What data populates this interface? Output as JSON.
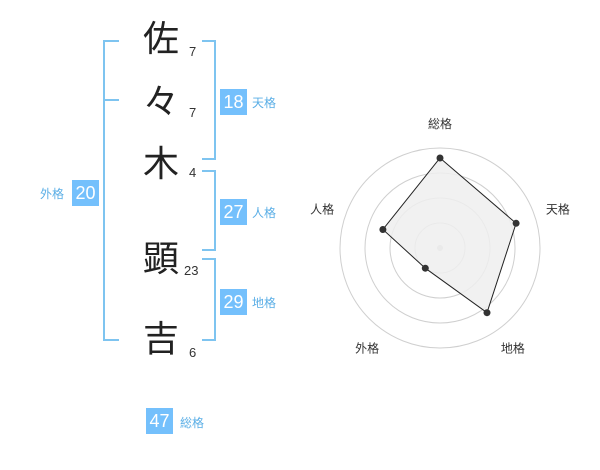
{
  "characters": [
    {
      "char": "佐",
      "strokes": "7"
    },
    {
      "char": "々",
      "strokes": "7"
    },
    {
      "char": "木",
      "strokes": "4"
    },
    {
      "char": "顕",
      "strokes": "23"
    },
    {
      "char": "吉",
      "strokes": "6"
    }
  ],
  "kakusu": {
    "tenkaku": {
      "value": "18",
      "label": "天格"
    },
    "jinkaku": {
      "value": "27",
      "label": "人格"
    },
    "chikaku": {
      "value": "29",
      "label": "地格"
    },
    "gaikaku": {
      "value": "20",
      "label": "外格"
    },
    "soukaku": {
      "value": "47",
      "label": "総格"
    }
  },
  "colors": {
    "accent": "#74c0fc",
    "bracket": "#7ec4f0",
    "label": "#5aaee6"
  },
  "chart_data": {
    "type": "radar",
    "axes": [
      "総格",
      "天格",
      "地格",
      "外格",
      "人格"
    ],
    "values": [
      0.9,
      0.8,
      0.8,
      0.25,
      0.6
    ],
    "range": [
      0,
      1
    ],
    "rings": 4,
    "fill": "#efefef",
    "stroke": "#222222"
  }
}
